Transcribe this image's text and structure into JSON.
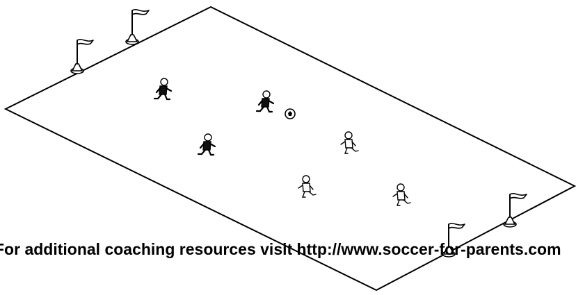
{
  "caption": "For additional coaching resources visit http://www.soccer-for-parents.com",
  "field": {
    "players_dark_count": 3,
    "players_light_count": 3,
    "flags_count": 4,
    "balls_count": 1
  },
  "colors": {
    "background": "#ffffff",
    "lines": "#000000"
  }
}
